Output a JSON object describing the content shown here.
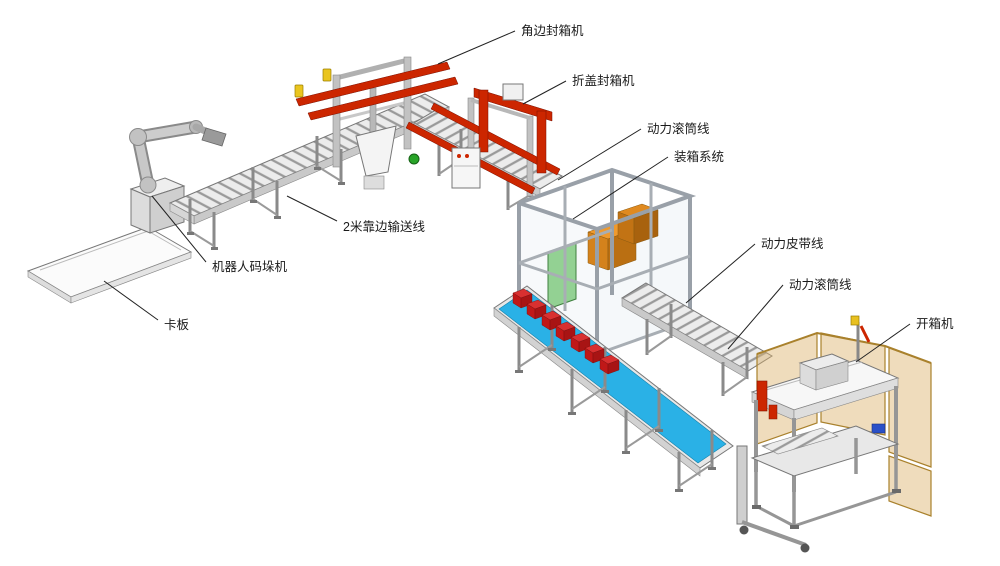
{
  "figure": {
    "type": "isometric-packaging-line-diagram",
    "background": "#ffffff",
    "labels": {
      "corner_sealer": "角边封箱机",
      "flap_sealer": "折盖封箱机",
      "power_roller_line_top": "动力滚筒线",
      "case_packing_system": "装箱系统",
      "power_belt_line": "动力皮带线",
      "power_roller_line_right": "动力滚筒线",
      "carton_erector": "开箱机",
      "edge_conveyor_2m": "2米靠边输送线",
      "robot_palletizer": "机器人码垛机",
      "pallet": "卡板"
    },
    "colors": {
      "machine_red": "#cc2600",
      "belt_blue": "#2ab1e6",
      "carton_orange": "#ef9a2e",
      "product_red": "#d83030",
      "fence_tan": "#dcb26a",
      "panel_green": "#93d193"
    }
  }
}
